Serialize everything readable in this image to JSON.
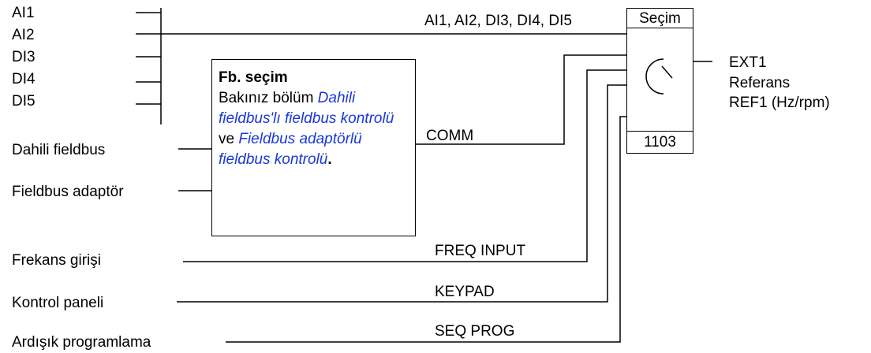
{
  "inputs": {
    "ai1": "AI1",
    "ai2": "AI2",
    "di3": "DI3",
    "di4": "DI4",
    "di5": "DI5",
    "internal_fieldbus": "Dahili fieldbus",
    "fieldbus_adapter": "Fieldbus adaptör",
    "freq_input": "Frekans girişi",
    "control_panel": "Kontrol paneli",
    "seq_programming": "Ardışık programlama"
  },
  "signals": {
    "analog_digital": "AI1, AI2, DI3, DI4, DI5",
    "comm": "COMM",
    "freq_input": "FREQ INPUT",
    "keypad": "KEYPAD",
    "seq_prog": "SEQ PROG"
  },
  "fb_selection": {
    "title": "Fb. seçim",
    "text_1": "Bakınız bölüm ",
    "link_1": "Dahili fieldbus'lı fieldbus kontrolü",
    "text_2": " ve ",
    "link_2": "Fieldbus adaptörlü fieldbus kontrolü",
    "text_3": "."
  },
  "selector": {
    "title": "Seçim",
    "parameter": "1103"
  },
  "output": {
    "line1": "EXT1",
    "line2": "Referans",
    "line3": "REF1 (Hz/rpm)"
  }
}
